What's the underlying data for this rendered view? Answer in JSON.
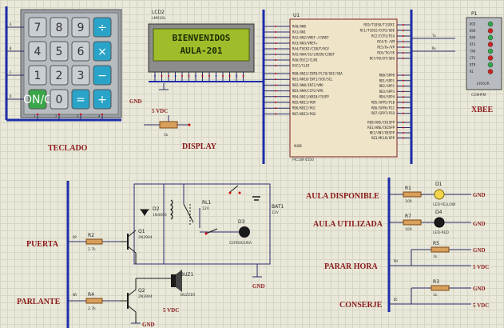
{
  "labels": {
    "teclado": "TECLADO",
    "display": "DISPLAY",
    "xbee": "XBEE",
    "puerta": "PUERTA",
    "parlante": "PARLANTE",
    "aula_disponible": "AULA DISPONIBLE",
    "aula_utilizada": "AULA UTILIZADA",
    "parar_hora": "PARAR HORA",
    "conserje": "CONSERJE"
  },
  "keypad": {
    "keys": [
      "7",
      "8",
      "9",
      "÷",
      "4",
      "5",
      "6",
      "×",
      "1",
      "2",
      "3",
      "−",
      "ON/C",
      "0",
      "=",
      "+"
    ],
    "row_letters": [
      "A",
      "B",
      "C",
      "D"
    ],
    "col_numbers": [
      "1",
      "2",
      "3",
      "4"
    ]
  },
  "lcd": {
    "ref": "LCD2",
    "model": "LM016L",
    "line1": "BIENVENIDOS",
    "line2": "AULA-201"
  },
  "mcu": {
    "ref": "U1",
    "part": "PIC18F4550",
    "left_pins": [
      "RA0/AN0",
      "RA1/AN1",
      "RA2/AN2/VREF-/CVREF",
      "RA3/AN3/VREF+",
      "RA4/T0CKI/C1OUT/RCV",
      "RA5/AN4/SS/LVDIN/C2OUT",
      "RA6/OSC2/CLKO",
      "OSC1/CLKI",
      "RB0/AN12/INT0/FLT0/SDI/SDA",
      "RB1/AN10/INT1/SCK/SCL",
      "RB2/AN8/INT2/VMO",
      "RB3/AN9/CCP2/VPO",
      "RB4/AN11/KBI0/CSSPP",
      "RB5/KBI1/PGM",
      "RB6/KBI2/PGC",
      "RB7/KBI3/PGD"
    ],
    "right_pins": [
      "RC0/T1OSO/T13CKI",
      "RC1/T1OSI/CCP2/UOE",
      "RC2/CCP1/P1A",
      "RC4/D-/VM",
      "RC5/D+/VP",
      "RC6/TX/CK",
      "RC7/RX/DT/SDO",
      "RD0/SPP0",
      "RD1/SPP1",
      "RD2/SPP2",
      "RD3/SPP3",
      "RD4/SPP4",
      "RD5/SPP5/P1B",
      "RD6/SPP6/P1C",
      "RD7/SPP7/P1D",
      "RE0/AN5/CK1SPP",
      "RE1/AN6/CK2SPP",
      "RE2/AN7/OESPP",
      "RE3/MCLR/VPP"
    ],
    "vusb": "VUSB"
  },
  "connector": {
    "ref": "P1",
    "name": "COMPIM",
    "pins": [
      "DCD",
      "DSR",
      "RXD",
      "RTS",
      "TXD",
      "CTS",
      "DTR",
      "RI"
    ],
    "error": "ERROR",
    "tx": "Tx",
    "rx": "Rx"
  },
  "power": {
    "gnd": "GND",
    "vdc5": "5 VDC"
  },
  "pot": {
    "value": "1k"
  },
  "relay": {
    "ref": "RL1",
    "volt": "12V"
  },
  "battery": {
    "ref": "BAT1",
    "volt": "12V"
  },
  "lamp": {
    "ref": "D3",
    "name": "CERRADURA"
  },
  "diode": {
    "ref": "D2",
    "part": "1N4006"
  },
  "transistors": [
    {
      "ref": "Q1",
      "part": "2N3904"
    },
    {
      "ref": "Q2",
      "part": "2N3904"
    }
  ],
  "resistors": [
    {
      "ref": "R2",
      "value": "2.7k"
    },
    {
      "ref": "R4",
      "value": "2.7k"
    },
    {
      "ref": "R1",
      "value": "100"
    },
    {
      "ref": "R7",
      "value": "100"
    },
    {
      "ref": "R5",
      "value": "1k"
    },
    {
      "ref": "R3",
      "value": "1k"
    }
  ],
  "buzzer": {
    "ref": "BUZ1",
    "name": "BUZZER"
  },
  "leds": [
    {
      "ref": "D1",
      "part": "LED-YELLOW"
    },
    {
      "ref": "D4",
      "part": "LED-RED"
    }
  ],
  "net_tags": {
    "ap": "AP",
    "ar": "AR",
    "ph": "PH",
    "dc": "DC"
  }
}
